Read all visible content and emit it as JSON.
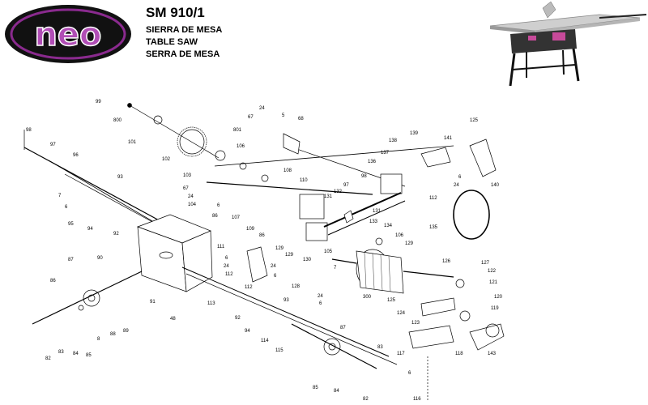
{
  "brand": {
    "logo_text": "neo"
  },
  "header": {
    "model": "SM 910/1",
    "description_es": "SIERRA DE MESA",
    "description_en": "TABLE SAW",
    "description_pt": "SERRA DE MESA"
  },
  "colors": {
    "logo_purple": "#8a2a8e",
    "logo_dark": "#111111",
    "saw_pink": "#c74a9a"
  },
  "part_labels": {
    "p99": "99",
    "p800": "800",
    "p801": "801",
    "p101": "101",
    "p106a": "106",
    "p98a": "98",
    "p97a": "97",
    "p96": "96",
    "p7a": "7",
    "p6a": "6",
    "p95": "95",
    "p94a": "94",
    "p93a": "93",
    "p92a": "92",
    "p102": "102",
    "p103": "103",
    "p67a": "67",
    "p24a": "24",
    "p104": "104",
    "p6b": "6",
    "p86a": "86",
    "p107": "107",
    "p109": "109",
    "p86b": "86",
    "p129a": "129",
    "p129b": "129",
    "p130": "130",
    "p24b": "24",
    "p67b": "67",
    "p5": "5",
    "p68": "68",
    "p108": "108",
    "p110": "110",
    "p98b": "98",
    "p97b": "97",
    "p131a": "131",
    "p131b": "131",
    "p132": "132",
    "p133": "133",
    "p134": "134",
    "p105": "105",
    "p106b": "106",
    "p129c": "129",
    "p136": "136",
    "p137": "137",
    "p138": "138",
    "p139": "139",
    "p6c": "6",
    "p112a": "112",
    "p24c": "24",
    "p125a": "125",
    "p141": "141",
    "p140": "140",
    "p135": "135",
    "p111": "111",
    "p6d": "6",
    "p24d": "24",
    "p112b": "112",
    "p112c": "112",
    "p24e": "24",
    "p6e": "6",
    "p48": "48",
    "p91": "91",
    "p87a": "87",
    "p90": "90",
    "p86c": "86",
    "p89": "89",
    "p88": "88",
    "p8": "8",
    "p85a": "85",
    "p84a": "84",
    "p83a": "83",
    "p82a": "82",
    "p113": "113",
    "p92b": "92",
    "p93b": "93",
    "p94b": "94",
    "p114": "114",
    "p115": "115",
    "p87b": "87",
    "p85b": "85",
    "p84b": "84",
    "p83b": "83",
    "p82b": "82",
    "p128": "128",
    "p7b": "7",
    "p24f": "24",
    "p6f": "6",
    "p300": "300",
    "p125b": "125",
    "p124": "124",
    "p123": "123",
    "p126": "126",
    "p127": "127",
    "p122": "122",
    "p121": "121",
    "p120": "120",
    "p119": "119",
    "p117": "117",
    "p118": "118",
    "p143": "143",
    "p6g": "6",
    "p116": "116"
  }
}
